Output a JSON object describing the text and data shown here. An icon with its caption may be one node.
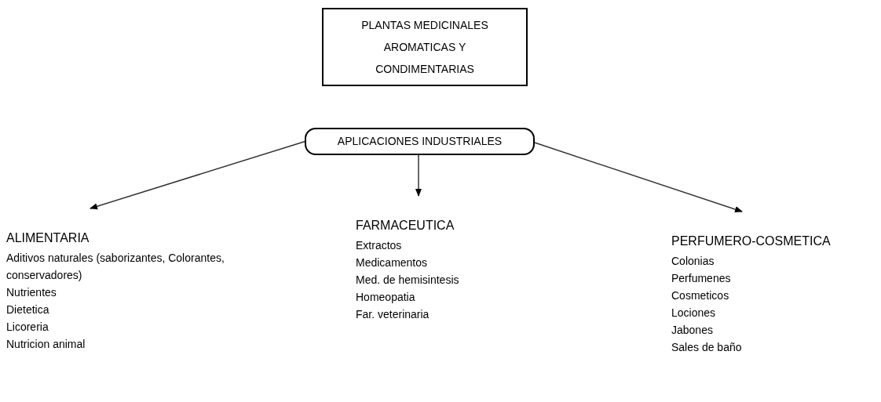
{
  "diagram": {
    "nodes": [
      {
        "text": [
          "PLANTAS MEDICINALES AROMATICAS Y CONDIMENTARIAS"
        ]
      },
      {
        "text": [
          "APLICACIONES INDUSTRIALES"
        ]
      },
      {
        "text": [
          "ALIMENTARIA",
          "Aditivos naturales (saborizantes, Colorantes, conservadores)",
          "Nutrientes",
          "Dietetica",
          "Licoreria",
          "Nutricion animal"
        ]
      },
      {
        "text": [
          "FARMACEUTICA",
          "Extractos",
          "Medicamentos",
          "Med. de hemisintesis",
          "Homeopatia",
          "Far. veterinaria"
        ]
      },
      {
        "text": [
          "PERFUMERO-COSMETICA",
          "Colonias",
          "Perfumenes",
          "Cosmeticos",
          "Lociones",
          "Jabones",
          "Sales de baño"
        ]
      }
    ],
    "edges": [
      {
        "from": 1,
        "to": 2,
        "arrow": "to"
      },
      {
        "from": 1,
        "to": 3,
        "arrow": "to"
      },
      {
        "from": 1,
        "to": 4,
        "arrow": "to"
      }
    ]
  }
}
